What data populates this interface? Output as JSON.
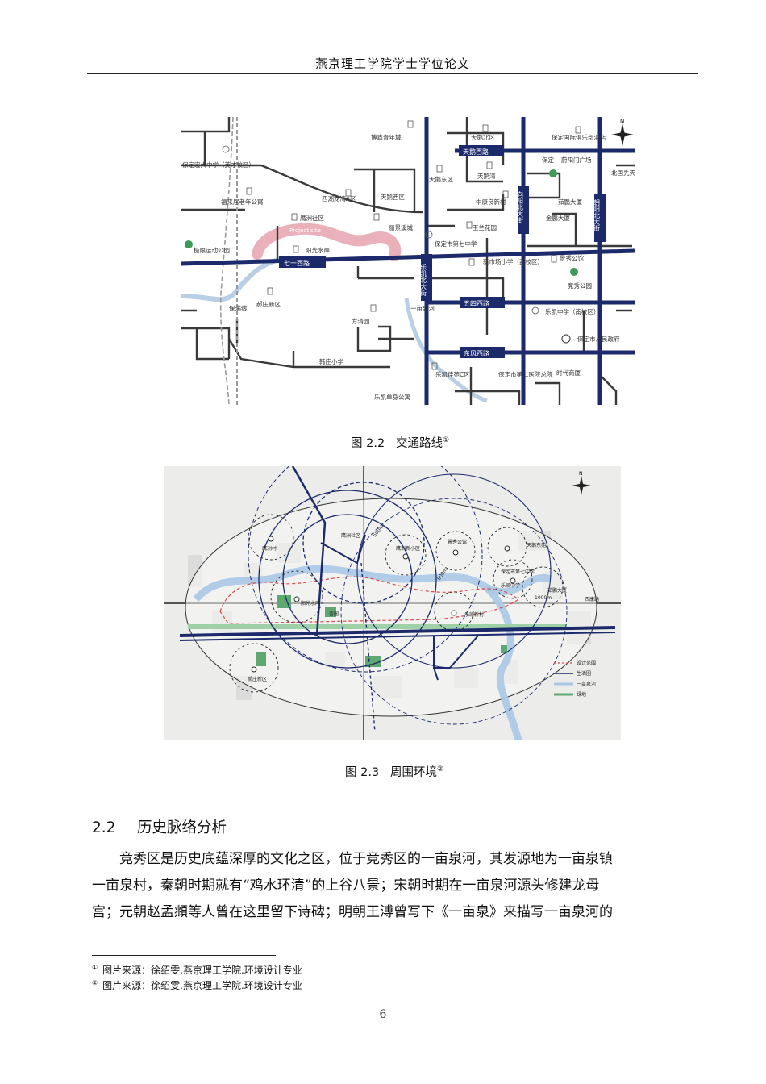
{
  "header": {
    "title": "燕京理工学院学士学位论文"
  },
  "figure1": {
    "caption_label": "图 2.2",
    "caption_text": "交通路线",
    "caption_note": "①",
    "roads": {
      "r1": "天鹅西路",
      "r2": "七一西路",
      "r3": "乐凯北大街",
      "r4": "五四西路",
      "r5": "东风西路",
      "r6": "向阳北大街",
      "r7": "朝阳北大街"
    },
    "places": {
      "p1": "博鑫青年城",
      "p2": "天鹅北区",
      "p3": "保定国际俱乐部酒店",
      "p4": "保定宏大中学（英才校区）",
      "p5": "福来居老年公寓",
      "p6": "西湖龙湾A区",
      "p7": "天鹅西区",
      "p8": "天鹅东区",
      "p9": "天鹅湾",
      "p10": "北国先天下",
      "p11": "保定",
      "p12": "蔚阳门广场",
      "p13": "中康良新村",
      "p14": "茹鹏大厦",
      "p15": "金鹏大厦",
      "p16": "鹰洲社区",
      "p17": "丽景溪城",
      "p18": "玉兰花园",
      "p19": "保定市第七中学",
      "p20": "极限运动公园",
      "p21": "阳光水岸",
      "p22": "新市场小学（西校区）",
      "p23": "景秀公馆",
      "p24": "竞秀公园",
      "p25": "保满线",
      "p26": "郝庄新区",
      "p27": "一亩泉河",
      "p28": "方清园",
      "p29": "乐凯中学（南校区）",
      "p30": "保定市人民政府",
      "p31": "韩庄小学",
      "p32": "乐凯佳苑C区",
      "p33": "保定市第二医院总院",
      "p34": "时代商厦",
      "p35": "乐凯单身公寓"
    },
    "project_label": "Project site",
    "compass_label": "N"
  },
  "figure2": {
    "caption_label": "图 2.3",
    "caption_text": "周围环境",
    "caption_note": "②",
    "labels": {
      "l1": "鹰洲社区",
      "l2": "鹰洲村",
      "l3": "鹰洲新小区",
      "l4": "景秀公馆",
      "l5": "天鹅东苑",
      "l6": "阳光水岸",
      "l7": "保定市第七中学",
      "l8": "乐凯新村",
      "l9": "茹鹏大厦",
      "l10": "杏园",
      "l11": "西康路",
      "l12": "乐凯中学",
      "l13": "郝庄新区"
    },
    "radii": {
      "a": "500m",
      "b": "800m",
      "c": "1000m"
    },
    "legend": {
      "a": "设计范围",
      "b": "生活圈",
      "c": "一亩泉河",
      "d": "绿地"
    },
    "compass_label": "N",
    "colors": {
      "navy": "#1c2a6b",
      "river": "#a9c8e6",
      "green": "#5fa872",
      "red": "#d94a4a"
    }
  },
  "section": {
    "number": "2.2",
    "title": "历史脉络分析"
  },
  "paragraph": {
    "line1": "竞秀区是历史底蕴深厚的文化之区，位于竞秀区的一亩泉河，其发源地为一亩泉镇",
    "line2": "一亩泉村，秦朝时期就有“鸡水环清”的上谷八景；宋朝时期在一亩泉河源头修建龙母",
    "line3": "宫；元朝赵孟頫等人曾在这里留下诗碑；明朝王溥曾写下《一亩泉》来描写一亩泉河的"
  },
  "footnotes": {
    "fn1_mark": "①",
    "fn1_text": "图片来源：徐绍雯.燕京理工学院.环境设计专业",
    "fn2_mark": "②",
    "fn2_text": "图片来源：徐绍雯.燕京理工学院.环境设计专业"
  },
  "page_number": "6"
}
